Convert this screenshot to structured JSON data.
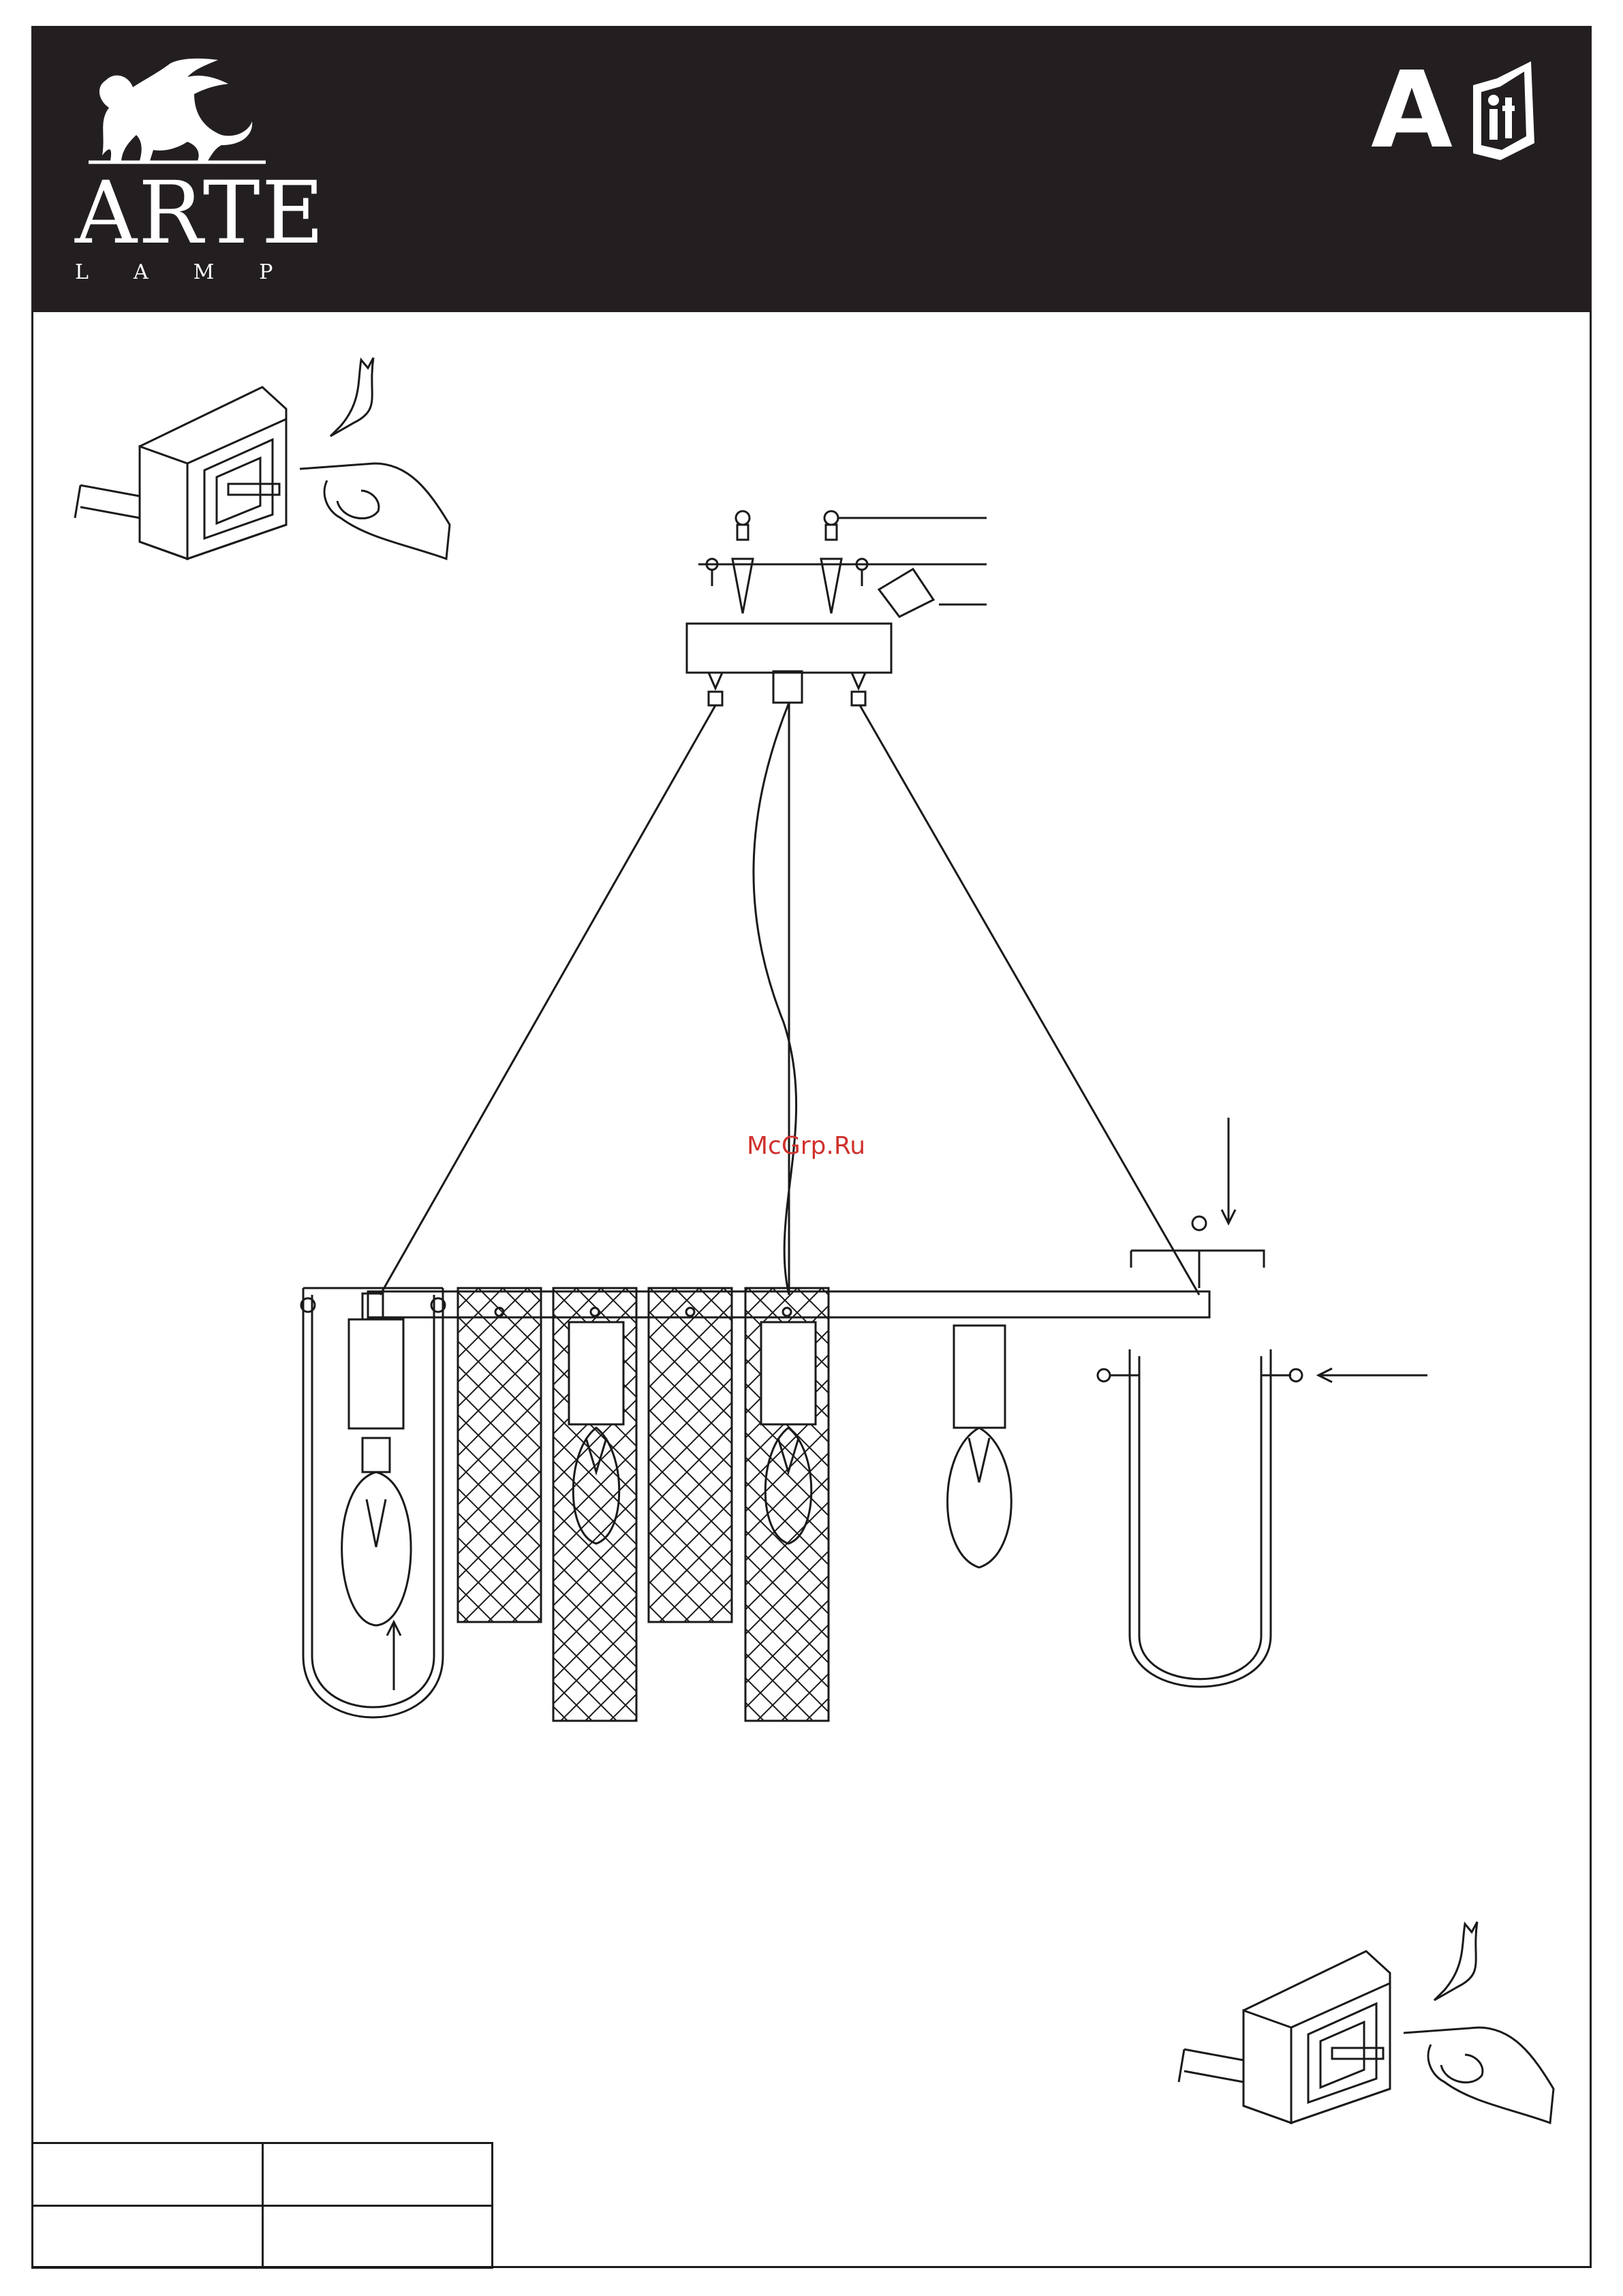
{
  "brand": {
    "name": "ARTE",
    "subtitle": "LAMP"
  },
  "badge": {
    "letter": "A",
    "icon": "manual-book-icon"
  },
  "watermark": "McGrp.Ru",
  "colors": {
    "header_bg": "#231f20",
    "line": "#1a1a1a",
    "watermark": "#d0312d"
  },
  "table": {
    "rows": [
      [
        "",
        ""
      ],
      [
        "",
        ""
      ]
    ]
  }
}
